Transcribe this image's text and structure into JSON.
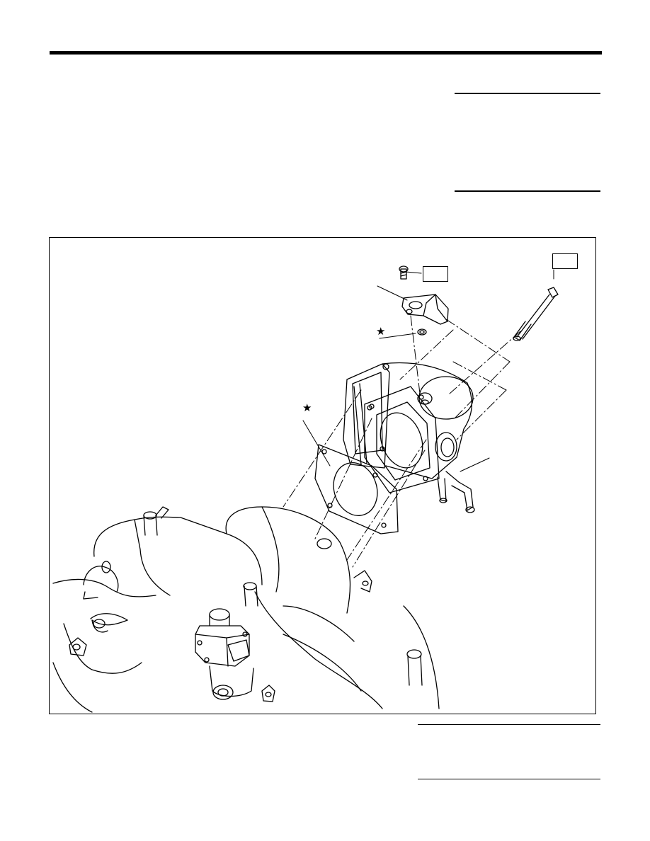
{
  "header": {},
  "figure": {
    "star_symbol": "★",
    "callout_boxes": [
      "",
      ""
    ],
    "parts": [
      "throttle-body",
      "throttle-body-gasket",
      "intake-manifold",
      "sensor-bracket",
      "bolt",
      "screw",
      "o-ring",
      "idle-air-control-valve"
    ]
  },
  "colors": {
    "line": "#000000",
    "background": "#ffffff"
  }
}
